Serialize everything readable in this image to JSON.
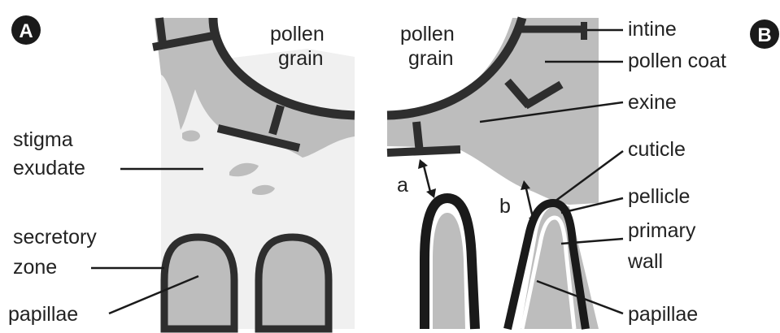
{
  "panels": {
    "a": {
      "badge": "A"
    },
    "b": {
      "badge": "B"
    }
  },
  "labels": {
    "pollen_grain_left": [
      "pollen",
      "grain"
    ],
    "pollen_grain_right": [
      "pollen",
      "grain"
    ],
    "stigma_exudate": [
      "stigma",
      "exudate"
    ],
    "secretory_zone": [
      "secretory",
      "zone"
    ],
    "papillae_left": "papillae",
    "intine": "intine",
    "pollen_coat": "pollen coat",
    "exine": "exine",
    "cuticle": "cuticle",
    "pellicle": "pellicle",
    "primary_wall": [
      "primary",
      "wall"
    ],
    "papillae_right": "papillae",
    "gap_a": "a",
    "gap_b": "b"
  },
  "colors": {
    "background": "#ffffff",
    "exudate": "#f0f0f0",
    "coat": "#bdbdbd",
    "wall": "#2e2e2e",
    "text": "#222222"
  }
}
